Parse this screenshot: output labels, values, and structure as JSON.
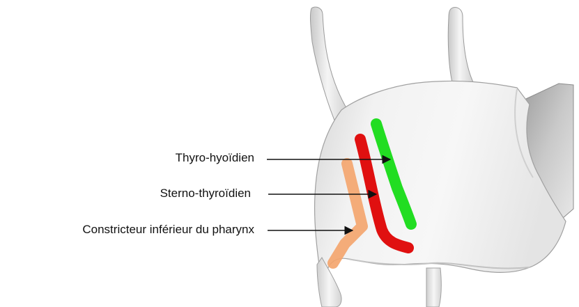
{
  "labels": {
    "thyro_hyoidien": "Thyro-hyoïdien",
    "sterno_thyroidien": "Sterno-thyroïdien",
    "constricteur_inferieur": "Constricteur inférieur du pharynx"
  },
  "colors": {
    "thyro_hyoidien": "#22dd22",
    "sterno_thyroidien": "#e01010",
    "constricteur_inferieur": "#f4a46c",
    "cartilage_light": "#f4f4f4",
    "cartilage_shadow": "#a8a8a8",
    "arrow": "#111111"
  }
}
